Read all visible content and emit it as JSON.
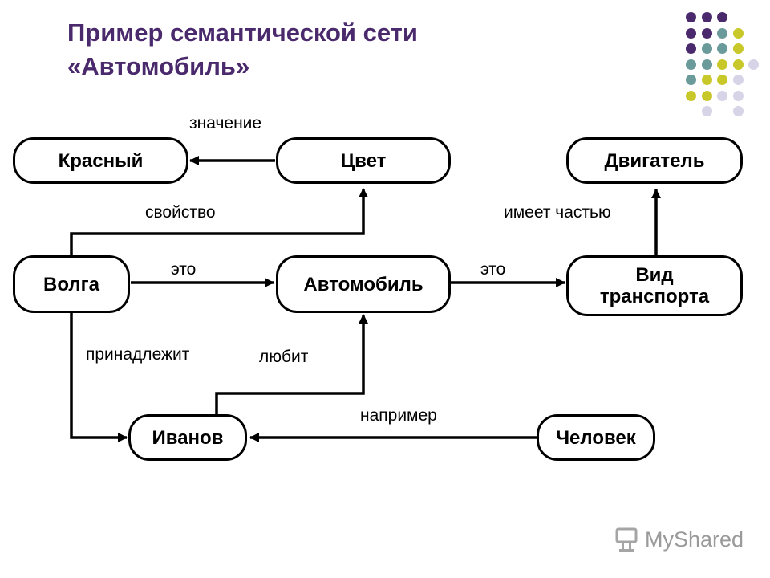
{
  "title": {
    "line1": "Пример семантической сети",
    "line2": "«Автомобиль»"
  },
  "decoration": {
    "dot_colors": {
      "purple": "#4a2a6c",
      "teal": "#6b9a9a",
      "olive": "#c8c82a",
      "lavender": "#d6d4e6"
    },
    "dot_grid": [
      [
        "purple",
        "purple",
        "purple",
        "",
        ""
      ],
      [
        "purple",
        "purple",
        "teal",
        "olive",
        ""
      ],
      [
        "purple",
        "teal",
        "teal",
        "olive",
        ""
      ],
      [
        "teal",
        "teal",
        "olive",
        "olive",
        "lavender"
      ],
      [
        "teal",
        "olive",
        "olive",
        "lavender",
        ""
      ],
      [
        "olive",
        "olive",
        "lavender",
        "lavender",
        ""
      ],
      [
        "",
        "lavender",
        "",
        "lavender",
        ""
      ]
    ]
  },
  "nodes": {
    "krasny": "Красный",
    "cvet": "Цвет",
    "dvigatel": "Двигатель",
    "volga": "Волга",
    "avtomobil": "Автомобиль",
    "vid_line1": "Вид",
    "vid_line2": "транспорта",
    "ivanov": "Иванов",
    "chelovek": "Человек"
  },
  "edges": {
    "znachenie": "значение",
    "svoystvo": "свойство",
    "imeet_chastyu": "имеет частью",
    "eto_1": "это",
    "eto_2": "это",
    "prinadlezhit": "принадлежит",
    "lyubit": "любит",
    "naprimer": "например"
  },
  "logo": {
    "text": "MyShared",
    "icon": "myshared-logo-icon"
  }
}
